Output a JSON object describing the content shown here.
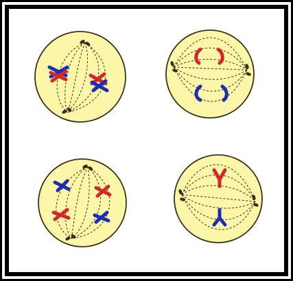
{
  "figure": {
    "panels": [
      {
        "id": "top-left",
        "chromosome_colors": [
          "#d7262b",
          "#1c2fb4"
        ]
      },
      {
        "id": "top-right",
        "chromosome_colors": [
          "#d7262b",
          "#1c2fb4"
        ]
      },
      {
        "id": "bottom-left",
        "chromosome_colors": [
          "#1c2fb4",
          "#d7262b"
        ]
      },
      {
        "id": "bottom-right",
        "chromosome_colors": [
          "#d7262b",
          "#1c2fb4"
        ]
      }
    ],
    "colors": {
      "cell_fill": "#fbf6a8",
      "cell_outline": "#3a3318",
      "spindle": "#3a3318",
      "centrosome": "#3a2a16",
      "chromosome_red": "#d7262b",
      "chromosome_blue": "#1c2fb4",
      "frame": "#000000"
    }
  }
}
